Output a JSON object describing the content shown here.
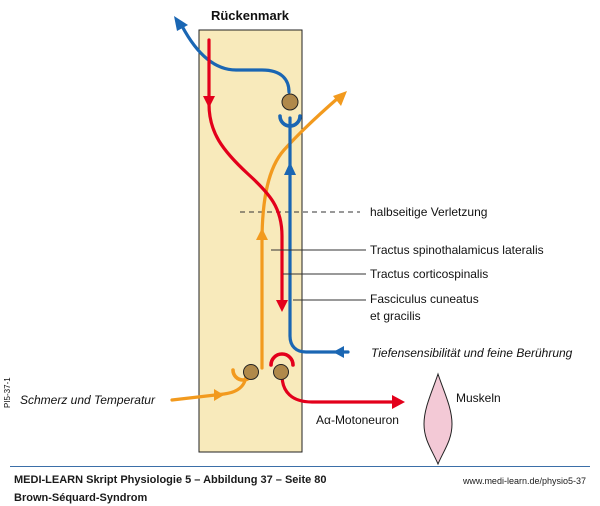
{
  "diagram": {
    "title": "Rückenmark",
    "labels": {
      "lesion": "halbseitige Verletzung",
      "spinothalamic": "Tractus spinothalamicus lateralis",
      "corticospinal": "Tractus corticospinalis",
      "cuneatus_line1": "Fasciculus cuneatus",
      "cuneatus_line2": "et gracilis",
      "deep_sensibility": "Tiefensensibilität und feine Berührung",
      "pain_temp": "Schmerz und Temperatur",
      "motoneuron": "Aα-Motoneuron",
      "muscle": "Muskeln",
      "side_code": "PI5-37-1"
    },
    "colors": {
      "cord": "#f8eabb",
      "pain_temperature": "#f29a1e",
      "motor": "#e3001b",
      "deep_sensibility": "#1a66b3",
      "neuron_body": "#b0894a",
      "muscle": "#f3c9d6"
    }
  },
  "footer": {
    "title": "MEDI-LEARN Skript Physiologie 5 – Abbildung 37 – Seite 80",
    "subtitle": "Brown-Séquard-Syndrom",
    "url": "www.medi-learn.de/physio5-37"
  }
}
